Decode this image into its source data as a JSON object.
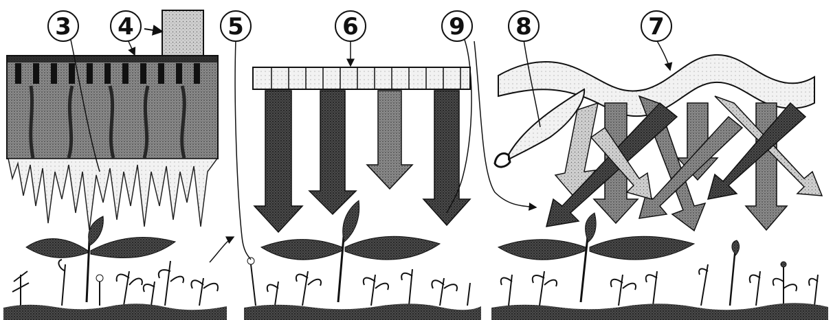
{
  "callouts": [
    {
      "id": "c3",
      "label": "3"
    },
    {
      "id": "c4",
      "label": "4"
    },
    {
      "id": "c5",
      "label": "5"
    },
    {
      "id": "c6",
      "label": "6"
    },
    {
      "id": "c9",
      "label": "9"
    },
    {
      "id": "c8",
      "label": "8"
    },
    {
      "id": "c7",
      "label": "7"
    }
  ],
  "colors": {
    "ink": "#111111",
    "dark_stipple": "#3a3a3a",
    "mid_stipple": "#7a7a7a",
    "light_stipple": "#b4b4b4",
    "screen_fill": "#9a9a9a",
    "flame_fill": "#e4e4e4",
    "paper": "#ffffff"
  }
}
